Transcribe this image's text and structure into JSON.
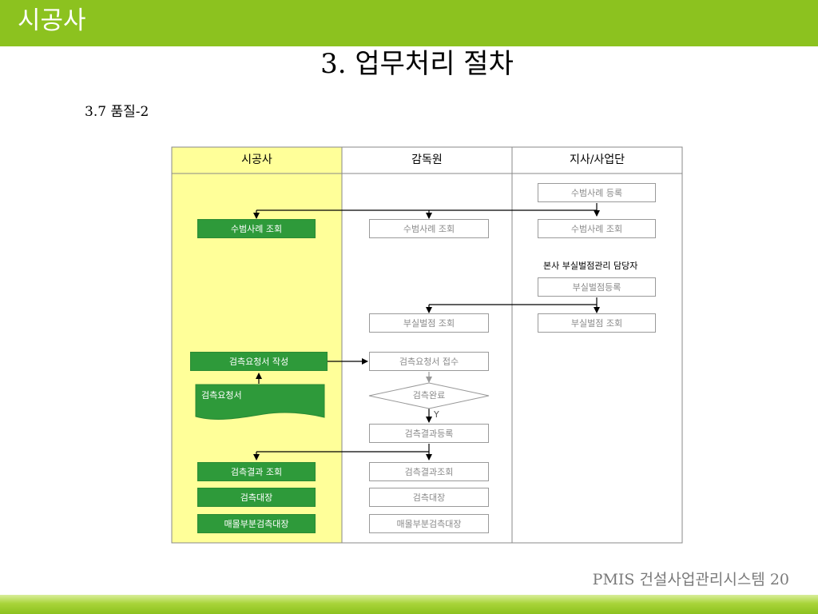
{
  "header": {
    "title": "시공사"
  },
  "slide": {
    "title": "3. 업무처리 절차",
    "section": "3.7 품질-2"
  },
  "lanes": {
    "contractor": "시공사",
    "supervisor": "감독원",
    "branch": "지사/사업단"
  },
  "boxes": {
    "best_practice_register": "수범사례 등록",
    "best_practice_view_contractor": "수범사례 조회",
    "best_practice_view_supervisor": "수범사례 조회",
    "best_practice_view_branch": "수범사례 조회",
    "hq_manager_note": "본사 부실벌점관리 담당자",
    "penalty_register": "부실벌점등록",
    "penalty_view_supervisor": "부실벌점 조회",
    "penalty_view_branch": "부실벌점 조회",
    "inspection_request_write": "검측요청서 작성",
    "inspection_request_receive": "검측요청서 접수",
    "inspection_request_doc": "검측요청서",
    "inspection_complete": "검측완료",
    "yes_label": "Y",
    "inspection_result_register": "검측결과등록",
    "inspection_result_view_contractor": "검측결과 조회",
    "inspection_result_view_supervisor": "검측결과조회",
    "inspection_ledger_contractor": "검측대장",
    "inspection_ledger_supervisor": "검측대장",
    "buried_inspection_ledger_contractor": "매몰부분검측대장",
    "buried_inspection_ledger_supervisor": "매몰부분검측대장"
  },
  "footer": {
    "text": "PMIS 건설사업관리시스템 20"
  },
  "colors": {
    "brand_green": "#8cc21f",
    "box_green": "#2e9a3a",
    "lane_yellow": "#ffff99"
  }
}
